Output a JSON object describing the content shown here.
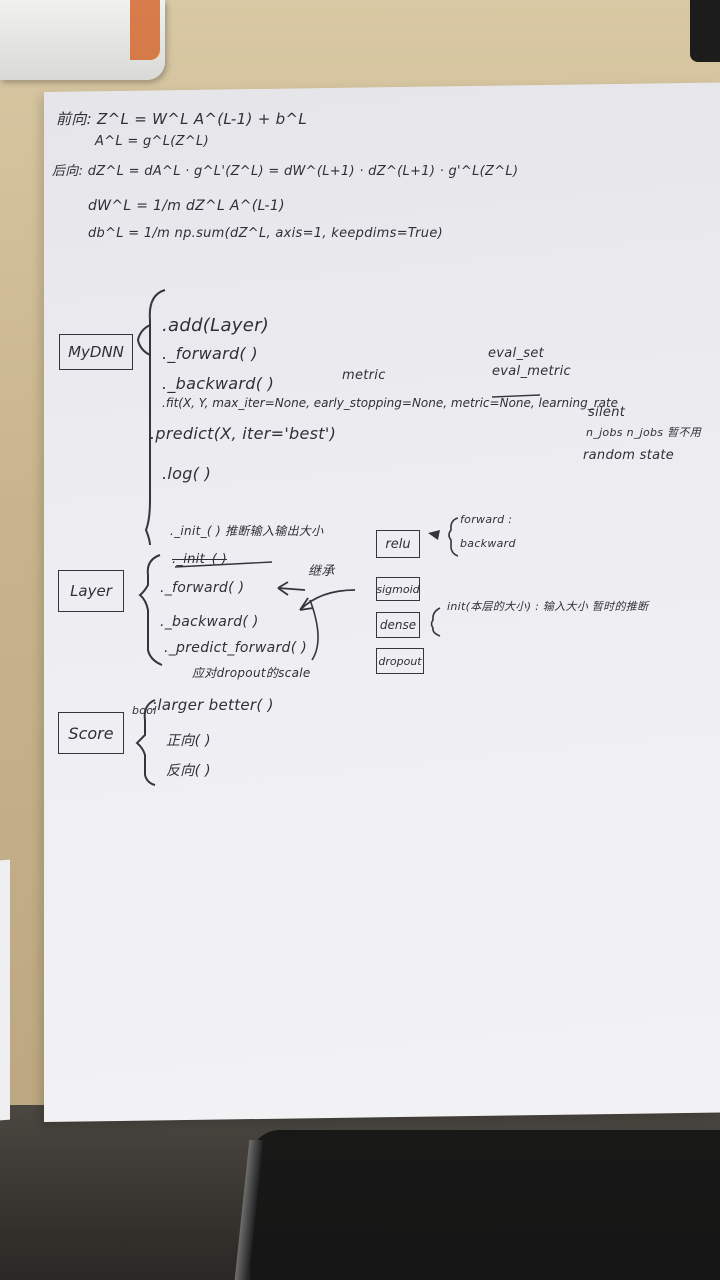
{
  "forward": {
    "line1": "前向: Z^L = W^L A^(L-1) + b^L",
    "line2": "A^L = g^L(Z^L)"
  },
  "backward": {
    "line1": "后向: dZ^L = dA^L · g^L'(Z^L) = dW^(L+1) · dZ^(L+1) · g'^L(Z^L)",
    "line2": "dW^L = 1/m dZ^L A^(L-1)",
    "line3": "db^L = 1/m np.sum(dZ^L, axis=1, keepdims=True)"
  },
  "mydnn": {
    "label": "MyDNN",
    "methods": [
      ".add(Layer)",
      "._forward( )",
      "._backward( )",
      ".fit(X, Y, max_iter=None, early_stopping=None, metric=None, learning_rate",
      ".predict(X, iter='best')",
      ".log( )"
    ],
    "annotations": {
      "metric": "metric",
      "eval_set": "eval_set",
      "eval_metric": "eval_metric",
      "silent": "silent",
      "n_jobs": "n_jobs n_jobs 暂不用",
      "random_state": "random state"
    }
  },
  "layer": {
    "label": "Layer",
    "methods": [
      "._init_( ) 推断输入输出大小",
      "._init_( )",
      "._forward( )",
      "._backward( )",
      "._predict_forward( )",
      "应对dropout的scale"
    ],
    "inherit": "继承",
    "subclasses": [
      "relu",
      "sigmoid",
      "dense",
      "dropout"
    ],
    "relu_methods": [
      "forward :",
      "backward"
    ],
    "dense_init": "init(本层的大小) : 输入大小 暂时的推断"
  },
  "score": {
    "label": "Score",
    "prefix": "bool",
    "methods": [
      ":larger better( )",
      "正向( )",
      "反向( )"
    ]
  }
}
